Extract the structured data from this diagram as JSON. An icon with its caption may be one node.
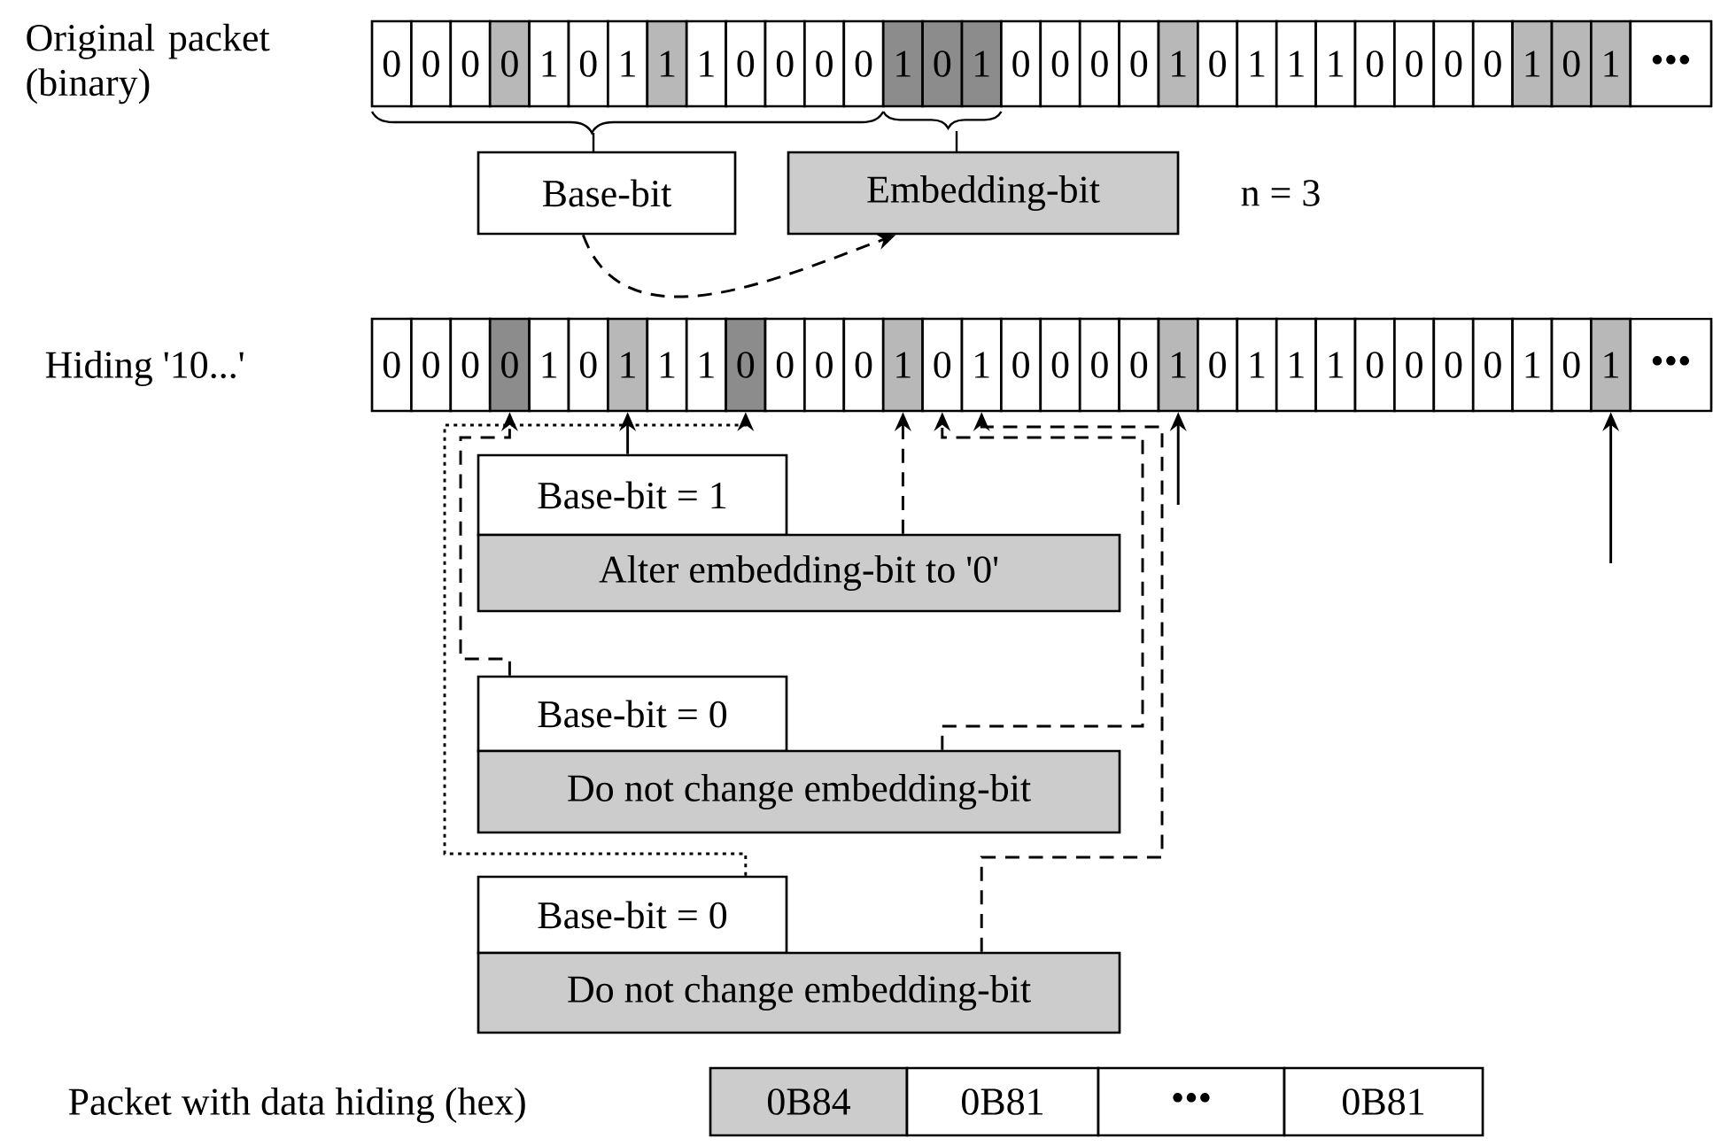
{
  "diagram": {
    "nodes": [
      {
        "text": [
          "0"
        ]
      },
      {
        "text": [
          "0"
        ]
      },
      {
        "text": [
          "0"
        ]
      },
      {
        "text": [
          "0"
        ]
      },
      {
        "text": [
          "1"
        ]
      },
      {
        "text": [
          "0"
        ]
      },
      {
        "text": [
          "1"
        ]
      },
      {
        "text": [
          "1"
        ]
      },
      {
        "text": [
          "1"
        ]
      },
      {
        "text": [
          "0"
        ]
      },
      {
        "text": [
          "0"
        ]
      },
      {
        "text": [
          "0"
        ]
      },
      {
        "text": [
          "0"
        ]
      },
      {
        "text": [
          "1"
        ]
      },
      {
        "text": [
          "0"
        ]
      },
      {
        "text": [
          "1"
        ]
      },
      {
        "text": [
          "0"
        ]
      },
      {
        "text": [
          "0"
        ]
      },
      {
        "text": [
          "0"
        ]
      },
      {
        "text": [
          "0"
        ]
      },
      {
        "text": [
          "1"
        ]
      },
      {
        "text": [
          "0"
        ]
      },
      {
        "text": [
          "1"
        ]
      },
      {
        "text": [
          "1"
        ]
      },
      {
        "text": [
          "1"
        ]
      },
      {
        "text": [
          "0"
        ]
      },
      {
        "text": [
          "0"
        ]
      },
      {
        "text": [
          "0"
        ]
      },
      {
        "text": [
          "0"
        ]
      },
      {
        "text": [
          "1"
        ]
      },
      {
        "text": [
          "0"
        ]
      },
      {
        "text": [
          "1"
        ]
      },
      {
        "text": [
          "•••"
        ]
      },
      {
        "text": [
          "Base-bit"
        ]
      },
      {
        "text": [
          "Embedding-bit"
        ]
      },
      {
        "text": [
          "0"
        ]
      },
      {
        "text": [
          "0"
        ]
      },
      {
        "text": [
          "0"
        ]
      },
      {
        "text": [
          "0"
        ]
      },
      {
        "text": [
          "1"
        ]
      },
      {
        "text": [
          "0"
        ]
      },
      {
        "text": [
          "1"
        ]
      },
      {
        "text": [
          "1"
        ]
      },
      {
        "text": [
          "1"
        ]
      },
      {
        "text": [
          "0"
        ]
      },
      {
        "text": [
          "0"
        ]
      },
      {
        "text": [
          "0"
        ]
      },
      {
        "text": [
          "0"
        ]
      },
      {
        "text": [
          "1"
        ]
      },
      {
        "text": [
          "0"
        ]
      },
      {
        "text": [
          "1"
        ]
      },
      {
        "text": [
          "0"
        ]
      },
      {
        "text": [
          "0"
        ]
      },
      {
        "text": [
          "0"
        ]
      },
      {
        "text": [
          "0"
        ]
      },
      {
        "text": [
          "1"
        ]
      },
      {
        "text": [
          "0"
        ]
      },
      {
        "text": [
          "1"
        ]
      },
      {
        "text": [
          "1"
        ]
      },
      {
        "text": [
          "1"
        ]
      },
      {
        "text": [
          "0"
        ]
      },
      {
        "text": [
          "0"
        ]
      },
      {
        "text": [
          "0"
        ]
      },
      {
        "text": [
          "0"
        ]
      },
      {
        "text": [
          "1"
        ]
      },
      {
        "text": [
          "0"
        ]
      },
      {
        "text": [
          "1"
        ]
      },
      {
        "text": [
          "•••"
        ]
      },
      {
        "text": [
          "Base-bit = 1"
        ]
      },
      {
        "text": [
          "Alter embedding-bit to '0'"
        ]
      },
      {
        "text": [
          "Base-bit = 0"
        ]
      },
      {
        "text": [
          "Do not change embedding-bit"
        ]
      },
      {
        "text": [
          "Base-bit = 0"
        ]
      },
      {
        "text": [
          "Do not change embedding-bit"
        ]
      },
      {
        "text": [
          "0B84"
        ]
      },
      {
        "text": [
          "0B81"
        ]
      },
      {
        "text": [
          "•••"
        ]
      },
      {
        "text": [
          "0B81"
        ]
      }
    ],
    "edges": [
      {
        "from": 33,
        "to": 34,
        "arrow": "to",
        "style": "dashed"
      },
      {
        "from": 70,
        "to": 38,
        "arrow": "to",
        "style": "dashed"
      },
      {
        "from": 68,
        "to": 41,
        "arrow": "to"
      },
      {
        "from": 72,
        "to": 44,
        "arrow": "to",
        "style": "dashed"
      },
      {
        "from": 69,
        "to": 48,
        "arrow": "to",
        "style": "dashed"
      },
      {
        "from": 71,
        "to": 49,
        "arrow": "to",
        "style": "dashed"
      },
      {
        "from": 73,
        "to": 50,
        "arrow": "to",
        "style": "dashed"
      },
      {
        "from": null,
        "to": 55,
        "arrow": "to"
      },
      {
        "from": null,
        "to": 66,
        "arrow": "to"
      }
    ],
    "labels": [
      "Original packet (binary)",
      "n = 3",
      "Hiding '10...'",
      "Packet with data hiding (hex)"
    ]
  }
}
